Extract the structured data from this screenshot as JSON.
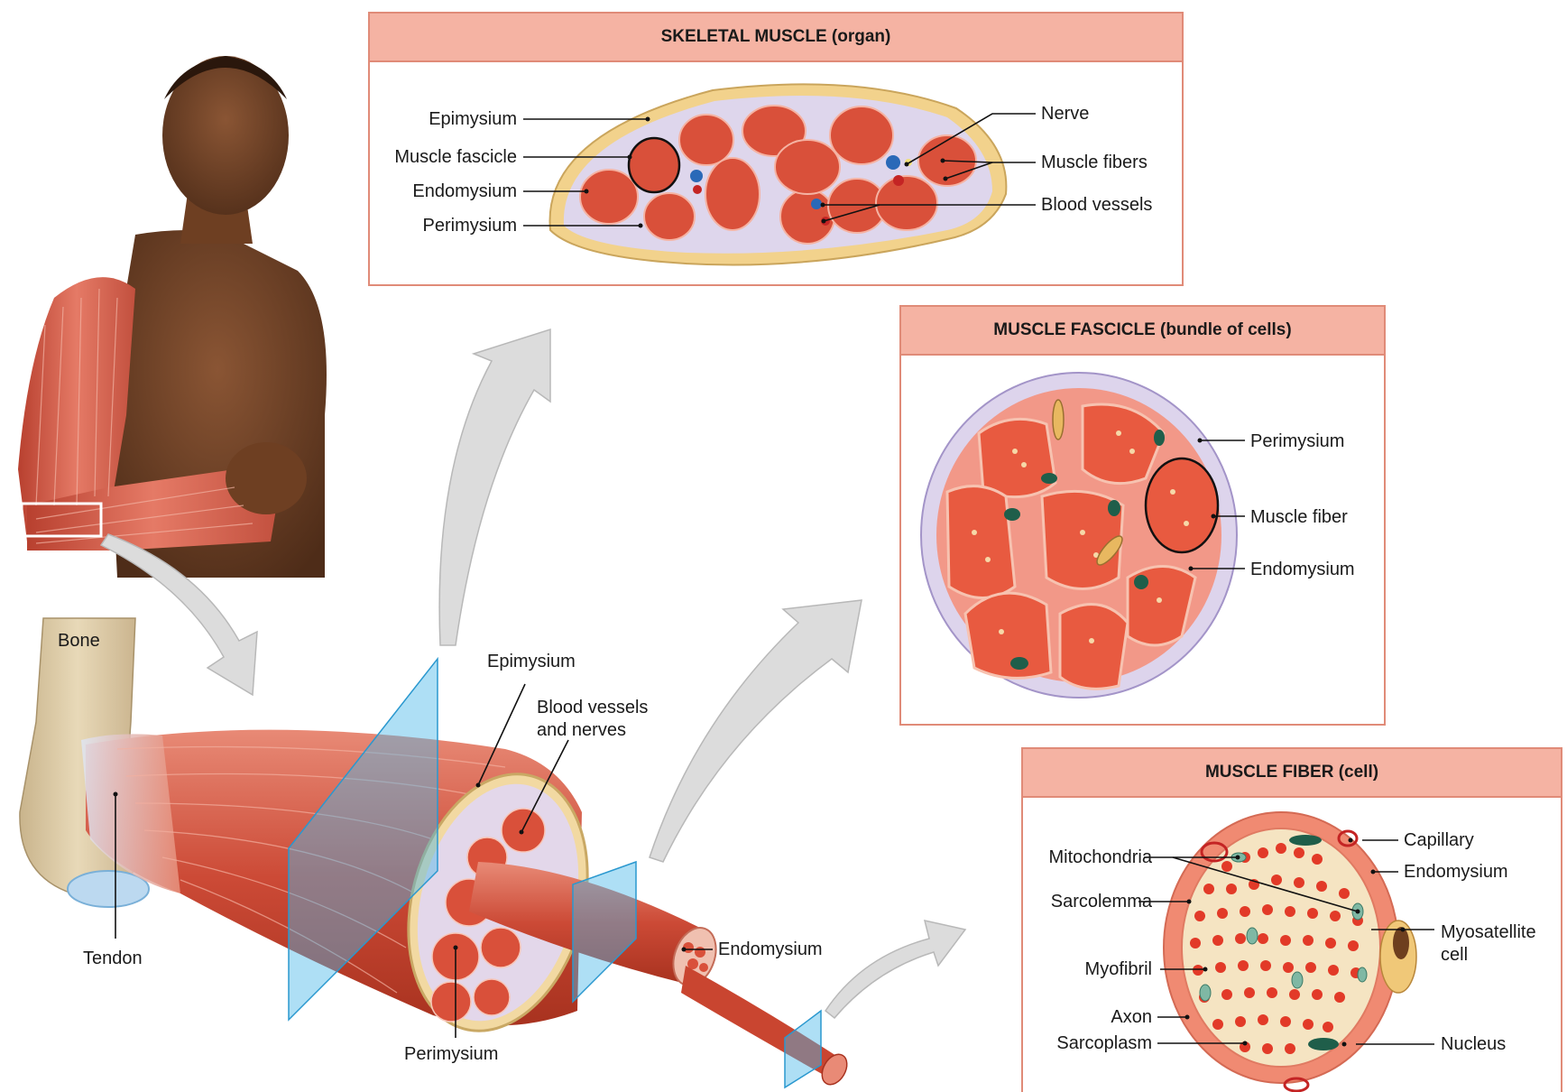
{
  "panels": {
    "organ": {
      "title": "SKELETAL MUSCLE (organ)",
      "labels": {
        "epimysium": "Epimysium",
        "muscle_fascicle": "Muscle fascicle",
        "endomysium": "Endomysium",
        "perimysium": "Perimysium",
        "nerve": "Nerve",
        "muscle_fibers": "Muscle fibers",
        "blood_vessels": "Blood vessels"
      }
    },
    "fascicle": {
      "title": "MUSCLE FASCICLE (bundle of cells)",
      "labels": {
        "perimysium": "Perimysium",
        "muscle_fiber": "Muscle fiber",
        "endomysium": "Endomysium"
      }
    },
    "fiber": {
      "title": "MUSCLE FIBER (cell)",
      "labels": {
        "mitochondria": "Mitochondria",
        "sarcolemma": "Sarcolemma",
        "myofibril": "Myofibril",
        "axon": "Axon",
        "sarcoplasm": "Sarcoplasm",
        "capillary": "Capillary",
        "endomysium": "Endomysium",
        "myosatellite_line1": "Myosatellite",
        "myosatellite_line2": "cell",
        "nucleus": "Nucleus"
      }
    }
  },
  "main_labels": {
    "bone": "Bone",
    "tendon": "Tendon",
    "epimysium": "Epimysium",
    "blood_vessels_line1": "Blood vessels",
    "blood_vessels_line2": "and nerves",
    "endomysium": "Endomysium",
    "perimysium": "Perimysium"
  },
  "colors": {
    "panel_header": "#f5b3a3",
    "panel_border": "#e08b78",
    "muscle": "#d9503a",
    "connective": "#cfc6e6",
    "epimysium": "#f0d590",
    "plane": "#4cb8e8"
  }
}
